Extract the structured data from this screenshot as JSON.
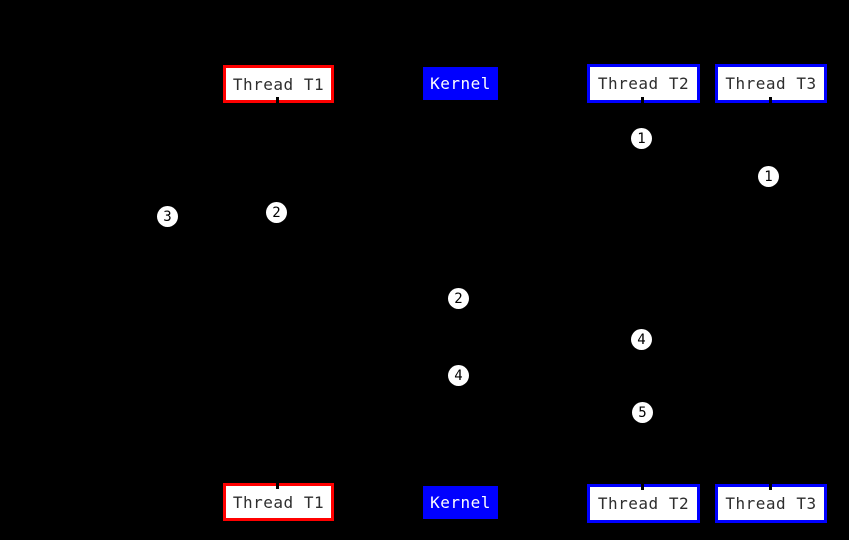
{
  "colors": {
    "background": "#000000",
    "thread_t1_border": "#ff0000",
    "thread_t2_t3_border": "#0000ff",
    "kernel_fill": "#0000ff",
    "box_fill": "#ffffff",
    "box_text": "#2e2e2e",
    "kernel_text": "#ffffff",
    "marker_fill": "#ffffff",
    "marker_text": "#000000"
  },
  "boxes": {
    "t1_top": {
      "label": "Thread T1"
    },
    "kernel_top": {
      "label": "Kernel"
    },
    "t2_top": {
      "label": "Thread T2"
    },
    "t3_top": {
      "label": "Thread T3"
    },
    "t1_bottom": {
      "label": "Thread T1"
    },
    "kernel_bottom": {
      "label": "Kernel"
    },
    "t2_bottom": {
      "label": "Thread T2"
    },
    "t3_bottom": {
      "label": "Thread T3"
    }
  },
  "steps": [
    {
      "label": "1"
    },
    {
      "label": "1"
    },
    {
      "label": "2"
    },
    {
      "label": "3"
    },
    {
      "label": "2"
    },
    {
      "label": "4"
    },
    {
      "label": "4"
    },
    {
      "label": "5"
    }
  ]
}
